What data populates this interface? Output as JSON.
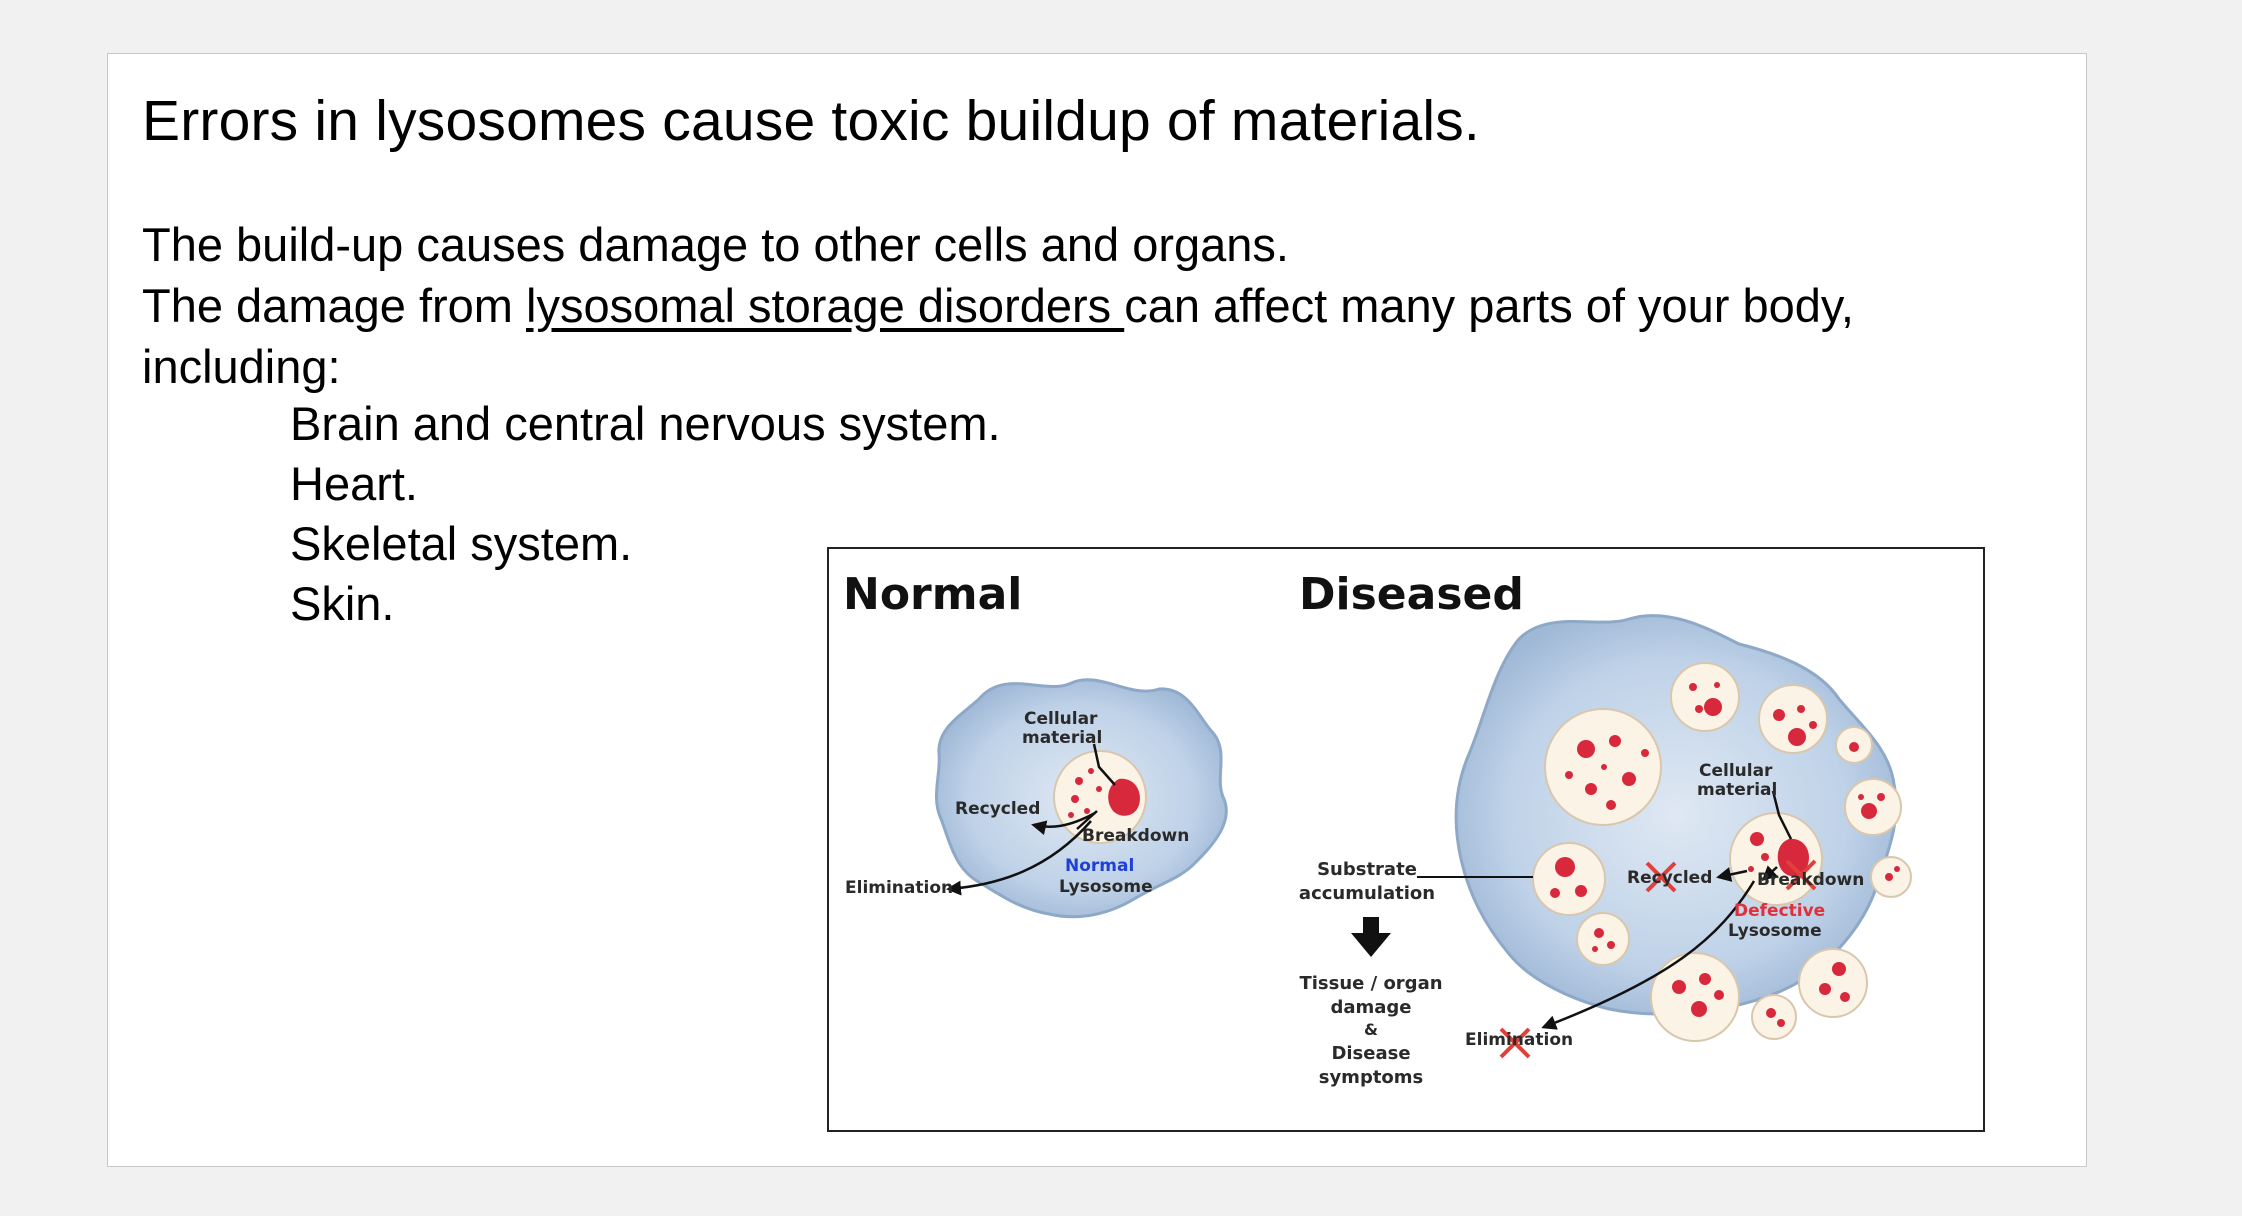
{
  "slide": {
    "title": "Errors in lysosomes cause toxic buildup of materials.",
    "line1": "The build-up causes damage to other cells and organs.",
    "line2_before": "The damage from ",
    "line2_link": "lysosomal storage disorders ",
    "line2_after": "can affect many parts of your body, including:",
    "list": [
      "Brain and central nervous system.",
      "Heart.",
      "Skeletal system.",
      "Skin."
    ]
  },
  "figure": {
    "normal": {
      "title": "Normal",
      "cellular_1": "Cellular",
      "cellular_2": "material",
      "recycled": "Recycled",
      "breakdown": "Breakdown",
      "elimination": "Elimination",
      "lys_1": "Normal",
      "lys_2": "Lysosome"
    },
    "diseased": {
      "title": "Diseased",
      "substrate_1": "Substrate",
      "substrate_2": "accumulation",
      "damage_1": "Tissue / organ",
      "damage_2": "damage",
      "damage_3": "&",
      "damage_4": "Disease",
      "damage_5": "symptoms",
      "cellular_1": "Cellular",
      "cellular_2": "material",
      "recycled": "Recycled",
      "breakdown": "Breakdown",
      "elimination": "Elimination",
      "lys_1": "Defective",
      "lys_2": "Lysosome"
    }
  },
  "colors": {
    "cell_fill": "#b9cde4",
    "cell_edge": "#8ea8c8",
    "vesicle_fill": "#fbf3e6",
    "granule_red": "#d8283c",
    "normal_blue": "#1f3fd6",
    "defective_red": "#e0303a",
    "cross_red": "#e0403a"
  }
}
